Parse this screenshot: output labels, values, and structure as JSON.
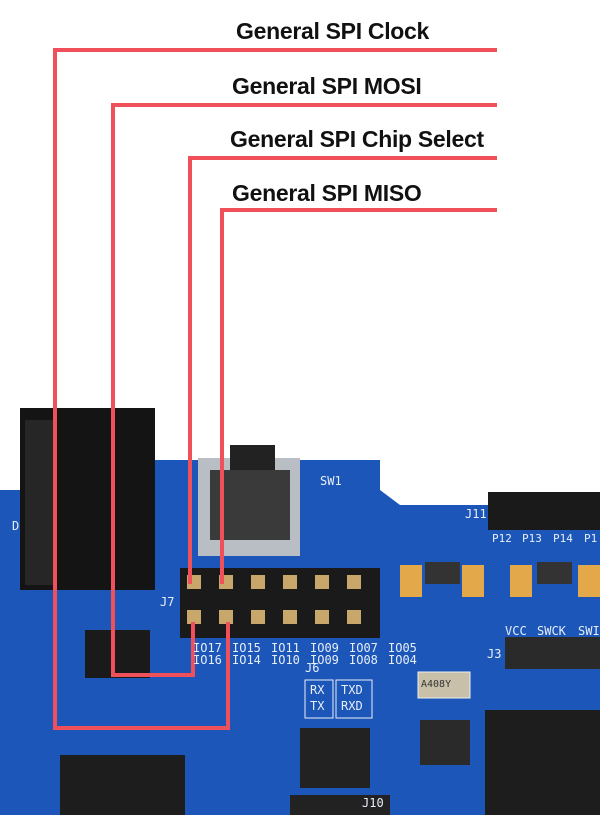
{
  "annotations": [
    {
      "label": "General SPI Clock"
    },
    {
      "label": "General SPI MOSI"
    },
    {
      "label": "General SPI Chip Select"
    },
    {
      "label": "General SPI MISO"
    }
  ],
  "board": {
    "switch_label": "SW1",
    "header_j7": "J7",
    "header_j11": "J11",
    "header_j3": "J3",
    "header_j6": "J6",
    "header_j10": "J10",
    "j7_top_row": [
      "IO17",
      "IO15",
      "IO11",
      "IO09",
      "IO07",
      "IO05"
    ],
    "j7_bottom_row": [
      "IO16",
      "IO14",
      "IO10",
      "IO09",
      "IO08",
      "IO04"
    ],
    "j6_labels": [
      "RX",
      "TX",
      "TXD",
      "RXD"
    ],
    "j3_labels": [
      "VCC",
      "SWCK",
      "SWI"
    ],
    "j11_labels": [
      "P12",
      "P13",
      "P14",
      "P1"
    ],
    "crystal": "A408Y",
    "diode": "D"
  },
  "colors": {
    "annotation_line": "#f0505a",
    "pcb": "#1b56b8"
  }
}
